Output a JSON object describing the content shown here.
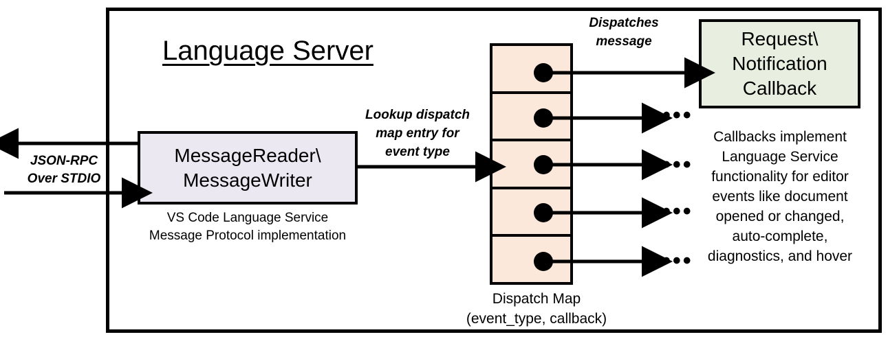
{
  "diagram": {
    "title": "Language Server",
    "frame_name": "language-server-boundary"
  },
  "colors": {
    "message_box_fill": "#ebe8f2",
    "dispatch_map_fill": "#fce8da",
    "callback_box_fill": "#e9efe0",
    "stroke": "#000000",
    "background": "#ffffff"
  },
  "message_box": {
    "line1": "MessageReader\\",
    "line2": "MessageWriter",
    "caption_line1": "VS Code Language Service",
    "caption_line2": "Message Protocol implementation"
  },
  "transport": {
    "label_line1": "JSON-RPC",
    "label_line2": "Over STDIO",
    "outbound_arrow": "arrow-left-out",
    "inbound_arrow": "arrow-right-in"
  },
  "lookup": {
    "label_line1": "Lookup dispatch",
    "label_line2": "map entry for",
    "label_line3": "event type"
  },
  "dispatch_map": {
    "caption_line1": "Dispatch Map",
    "caption_line2": "(event_type, callback)",
    "rows": [
      {
        "id": "row-1",
        "dot": "callback-dot"
      },
      {
        "id": "row-2",
        "dot": "callback-dot"
      },
      {
        "id": "row-3",
        "dot": "callback-dot"
      },
      {
        "id": "row-4",
        "dot": "callback-dot"
      },
      {
        "id": "row-5",
        "dot": "callback-dot"
      }
    ]
  },
  "dispatches": {
    "label_line1": "Dispatches",
    "label_line2": "message"
  },
  "callback_box": {
    "line1": "Request\\",
    "line2": "Notification",
    "line3": "Callback",
    "desc_line1": "Callbacks implement",
    "desc_line2": "Language Service",
    "desc_line3": "functionality for editor",
    "desc_line4": "events like document",
    "desc_line5": "opened or changed,",
    "desc_line6": "auto-complete,",
    "desc_line7": "diagnostics, and hover"
  },
  "ellipses": {
    "glyph": "•••",
    "count": 4
  }
}
